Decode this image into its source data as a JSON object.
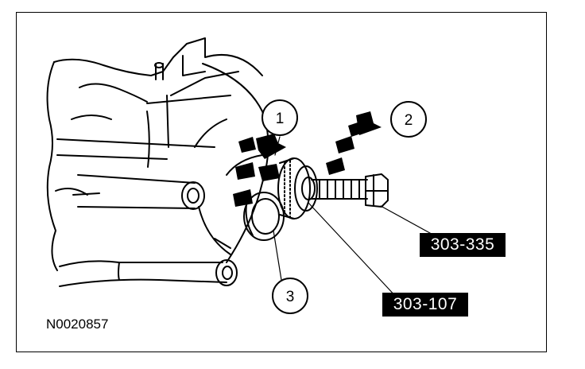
{
  "callouts": {
    "c1": "1",
    "c2": "2",
    "c3": "3"
  },
  "tool_labels": {
    "puller_bolt": "303-335",
    "remover": "303-107"
  },
  "figure_code": "N0020857",
  "colors": {
    "line": "#000000",
    "label_bg": "#000000",
    "label_text": "#ffffff",
    "background": "#ffffff"
  }
}
